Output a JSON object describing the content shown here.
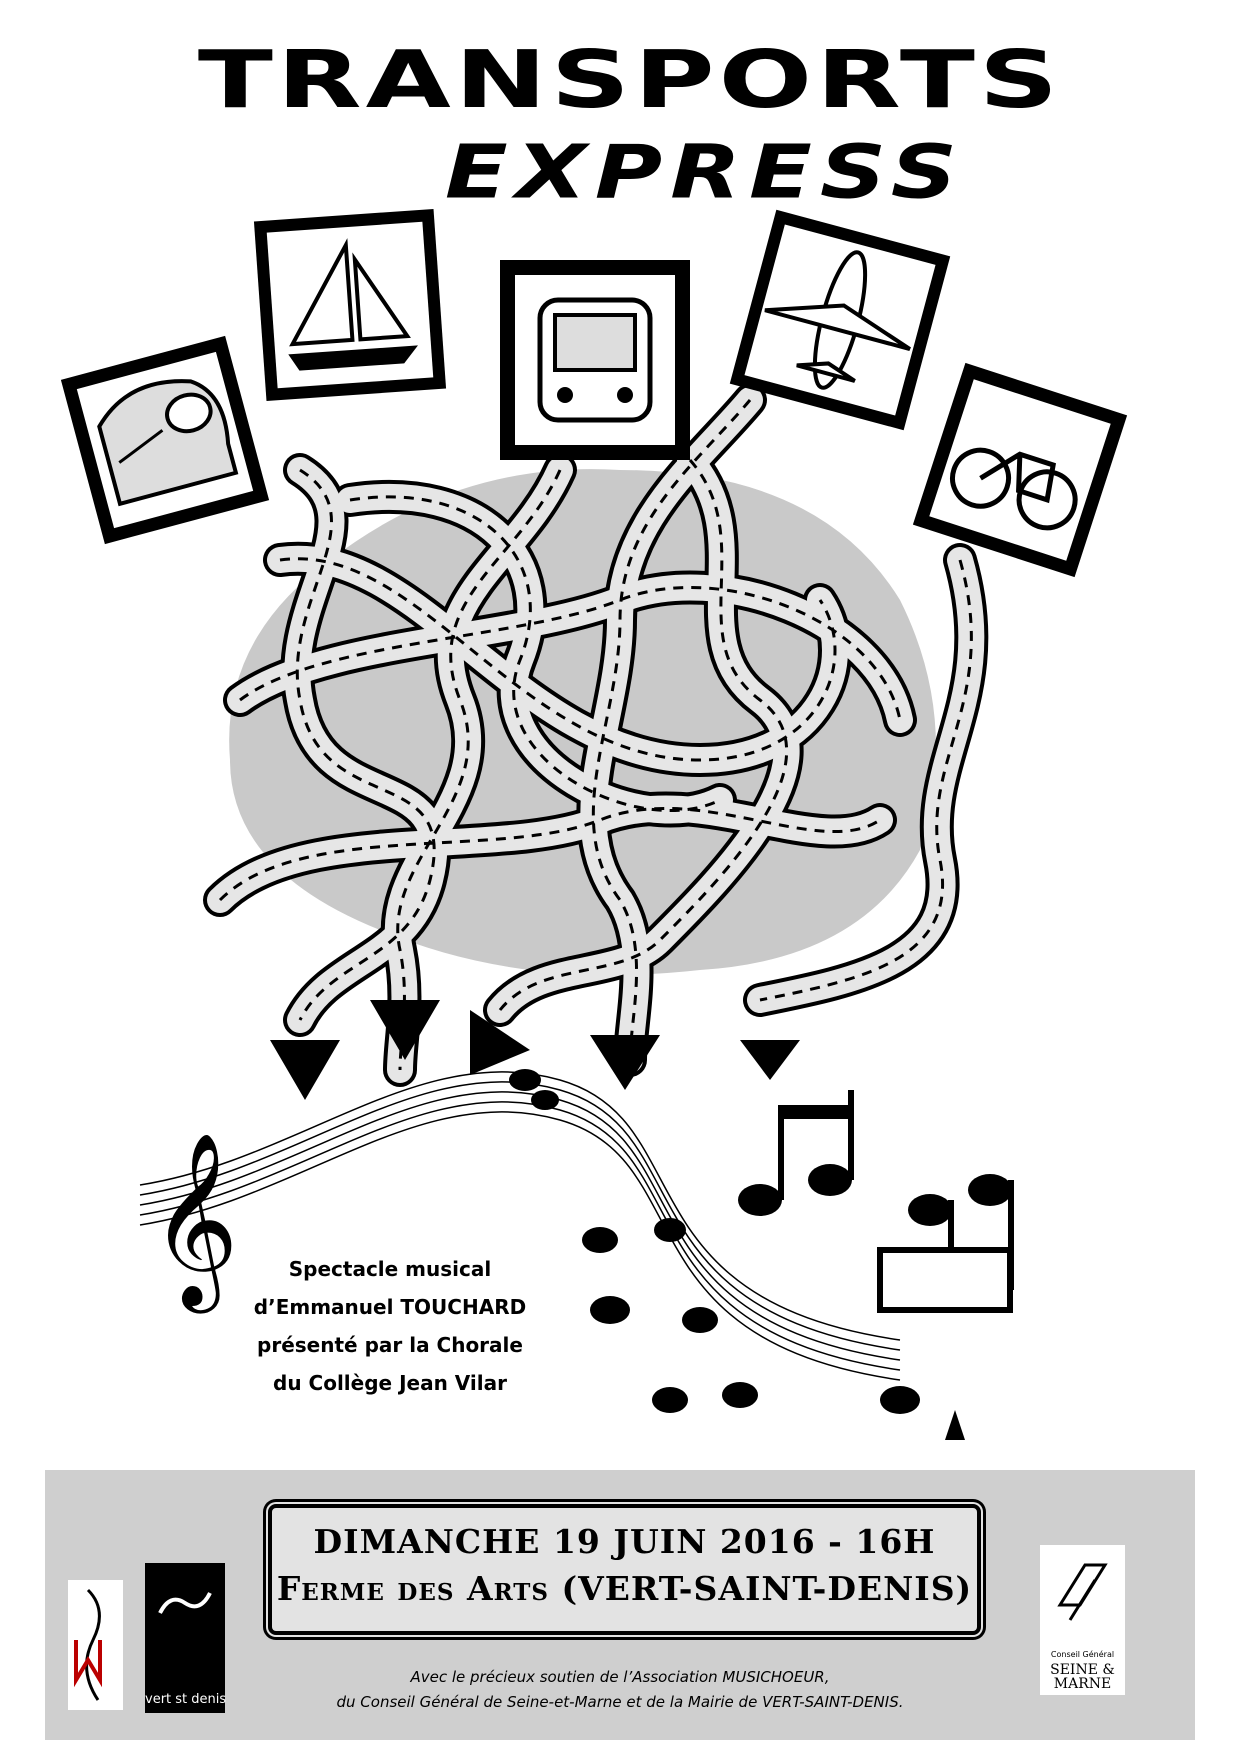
{
  "title": {
    "line1": "TRANSPORTS",
    "line2": "EXPRESS"
  },
  "credits": {
    "line1": "Spectacle musical",
    "line2": "d’Emmanuel TOUCHARD",
    "line3": "présenté par la Chorale",
    "line4": "du Collège Jean Vilar"
  },
  "event": {
    "date_line": "DIMANCHE 19 JUIN 2016 - 16H",
    "venue_line": "Ferme des Arts (VERT-SAINT-DENIS)"
  },
  "support": {
    "line1": "Avec le précieux soutien de l’Association MUSICHOEUR,",
    "line2": "du Conseil Général de Seine-et-Marne et de la Mairie de VERT-SAINT-DENIS."
  },
  "logos": {
    "vert_label": "vert st denis",
    "conseil_small": "Conseil Général",
    "conseil_line1": "SEINE &",
    "conseil_line2": "MARNE"
  },
  "icons": [
    "train-icon",
    "sailboat-icon",
    "bus-icon",
    "airplane-icon",
    "bicycle-icon",
    "treble-clef-icon",
    "music-note-icon"
  ]
}
